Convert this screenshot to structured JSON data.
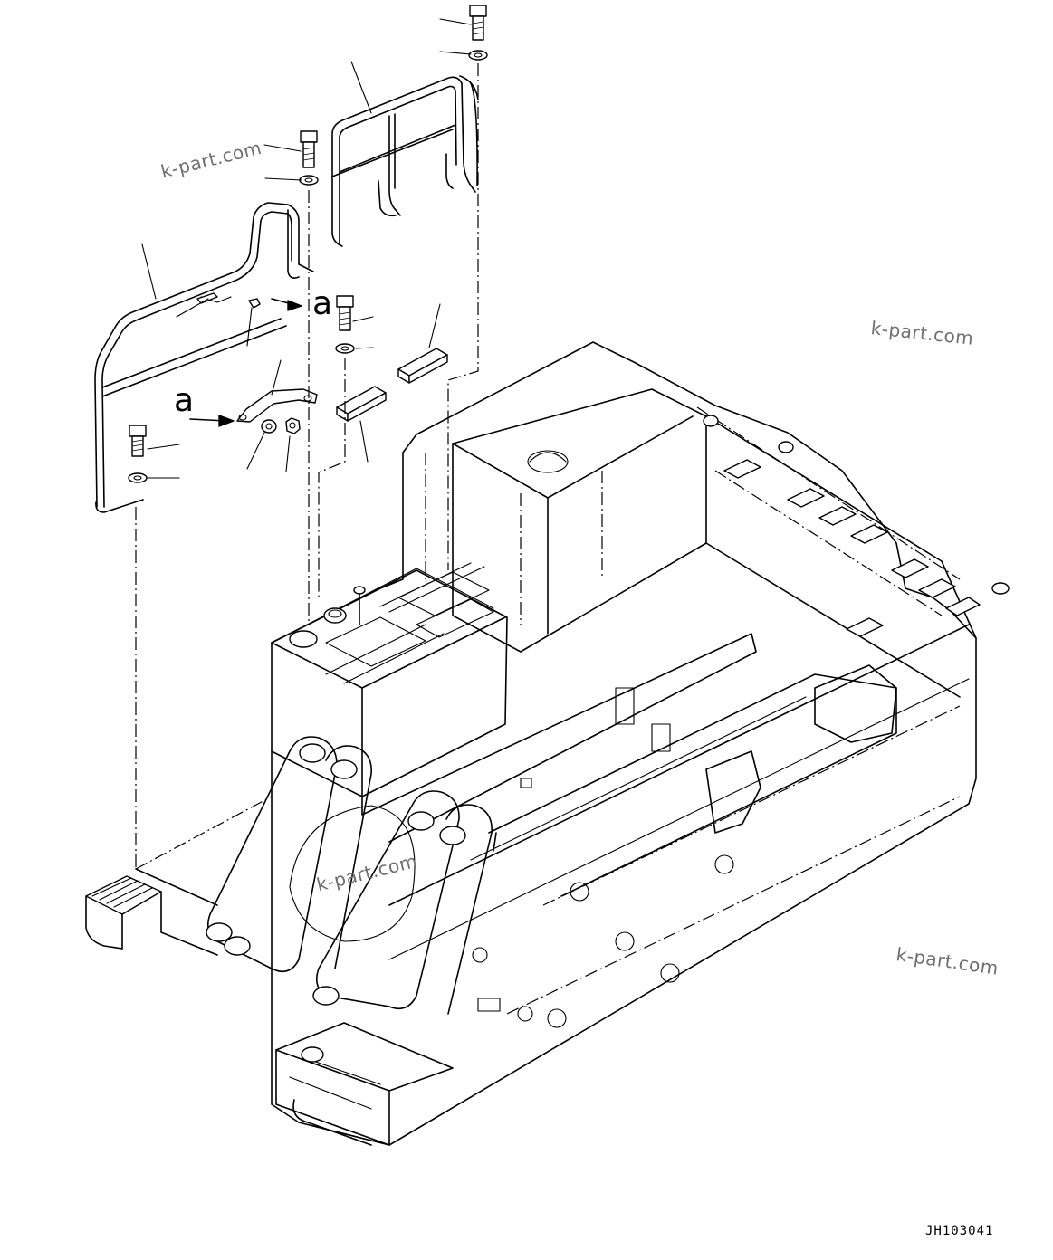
{
  "watermarks": [
    "k-part.com",
    "k-part.com",
    "k-part.com",
    "k-part.com"
  ],
  "callout_letters": [
    "a",
    "a"
  ],
  "drawing_code": "JH103041",
  "colors": {
    "line": "#000000",
    "watermark": "#6f6f6f",
    "background": "#ffffff"
  }
}
